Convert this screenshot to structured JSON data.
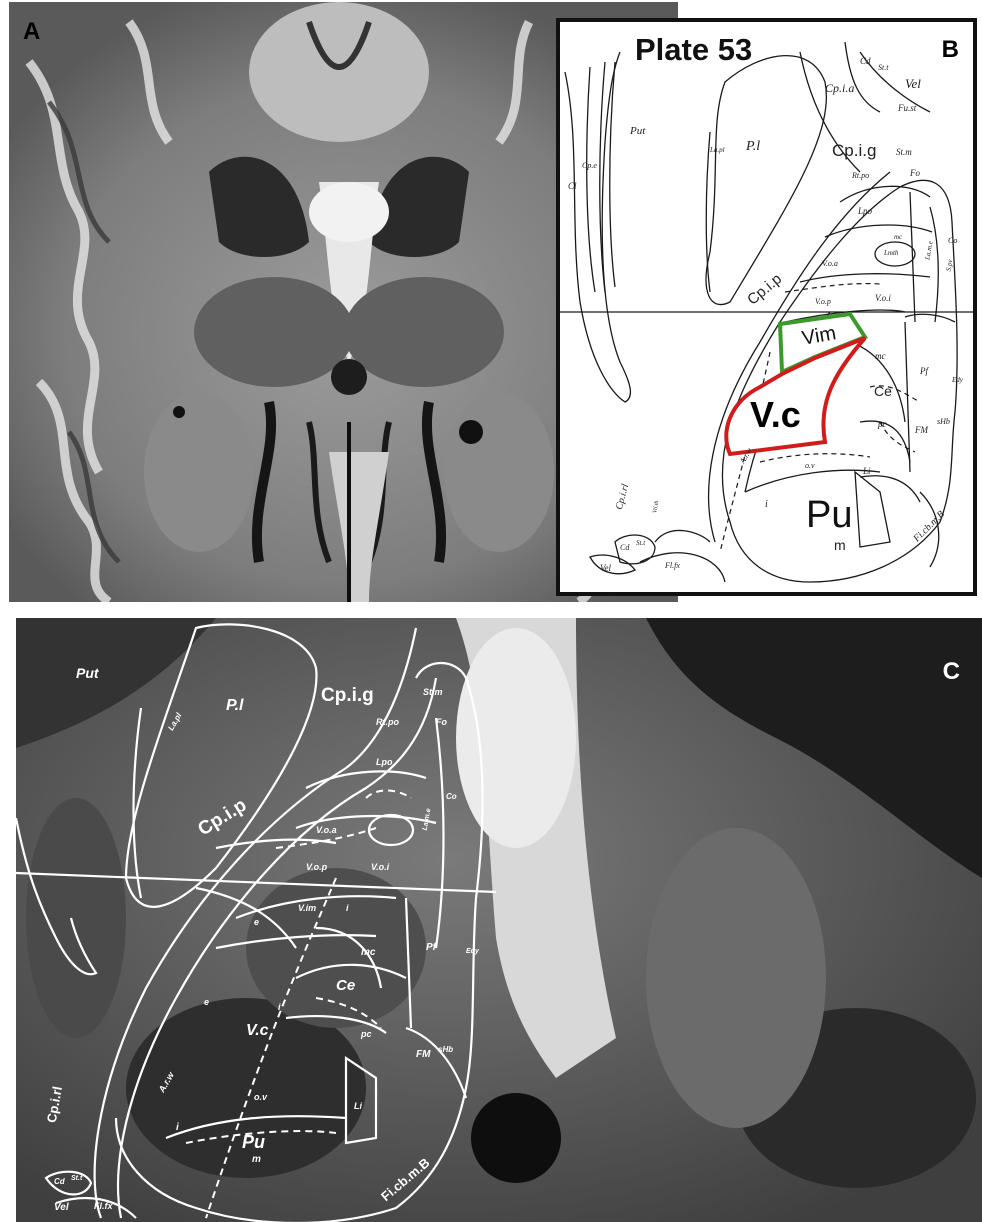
{
  "panels": {
    "a": {
      "label": "A"
    },
    "b": {
      "label": "B",
      "title": "Plate 53"
    },
    "c": {
      "label": "C"
    }
  },
  "colors": {
    "vim_outline": "#3a9a2a",
    "vc_outline": "#d21c1c",
    "atlas_lines": "#1a1a1a",
    "overlay_lines": "#ffffff"
  },
  "atlas_b": {
    "put": "Put",
    "pl": "P.l",
    "cl": "Cl",
    "cpe": "Cp.e",
    "lapl": "La.pl",
    "cpia": "Cp.i.a",
    "cpig": "Cp.i.g",
    "cpip": "Cp.i.p",
    "cd": "Cd",
    "stt": "St.t",
    "vel": "Vel",
    "fust": "Fu.st",
    "stm": "St.m",
    "fo": "Fo",
    "rtpo": "Rt.po",
    "lpo": "Lpo",
    "mc_top": "mc",
    "lmth": "Lmth",
    "voa": "V.o.a",
    "vop": "V.o.p",
    "voi": "V.o.i",
    "lame": "La.m.e",
    "co": "Co",
    "spv": "S.pv",
    "vim": "Vim",
    "vc": "V.c",
    "mc": "mc",
    "ce": "Ce",
    "pf": "Pf",
    "edy": "Edy",
    "pc": "pc",
    "fm": "FM",
    "shb": "sHb",
    "li": "Li",
    "ov": "o.v",
    "arw": "A.r.w",
    "i": "i",
    "pu": "Pu",
    "m": "m",
    "cpirl": "Cp.i.rl",
    "fibmb": "Fi.cb.m.B",
    "stt2": "St.t",
    "cd2": "Cd",
    "vel2": "Vel",
    "flfx": "Fl.fx",
    "vsl": "Vil.th"
  },
  "atlas_c": {
    "put": "Put",
    "pl": "P.l",
    "lapl": "La.pl",
    "cpig": "Cp.i.g",
    "stm": "St.m",
    "rtpo": "Rt.po",
    "fo": "Fo",
    "lpo": "Lpo",
    "voa": "V.o.a",
    "cpip": "Cp.i.p",
    "vop": "V.o.p",
    "voi": "V.o.i",
    "vim": "V.im",
    "i1": "i",
    "e": "e",
    "mc": "mc",
    "pf": "Pf",
    "ce": "Ce",
    "vc": "V.c",
    "pc": "pc",
    "fm": "FM",
    "shb": "sHb",
    "edy": "Edy",
    "arw": "A.r.w",
    "ov": "o.v",
    "li": "Li",
    "i": "i",
    "pu": "Pu",
    "m": "m",
    "cpirl": "Cp.i.rl",
    "fibmb": "Fi.cb.m.B",
    "cd": "Cd",
    "stt": "St.t",
    "vel": "Vel",
    "flfx": "Fl.fx",
    "co": "Co",
    "lame": "La.m.e",
    "e2": "e"
  }
}
